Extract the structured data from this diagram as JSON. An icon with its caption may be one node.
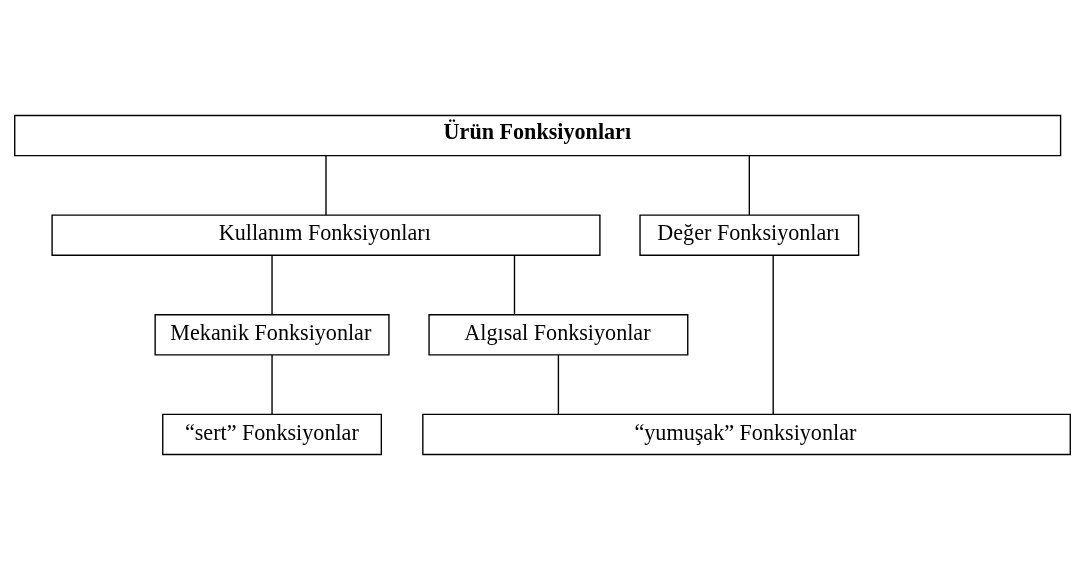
{
  "diagram": {
    "nodes": [
      {
        "text": [
          "Ürün Fonksiyonları"
        ]
      },
      {
        "text": [
          "Kullanım Fonksiyonları"
        ]
      },
      {
        "text": [
          "Değer Fonksiyonları"
        ]
      },
      {
        "text": [
          "Mekanik Fonksiyonlar"
        ]
      },
      {
        "text": [
          "Algısal Fonksiyonlar"
        ]
      },
      {
        "text": [
          "“sert” Fonksiyonlar"
        ]
      },
      {
        "text": [
          "“yumuşak” Fonksiyonlar"
        ]
      }
    ],
    "edges": [
      {
        "from": 0,
        "to": 1,
        "arrow": "none"
      },
      {
        "from": 0,
        "to": 2,
        "arrow": "none"
      },
      {
        "from": 1,
        "to": 3,
        "arrow": "none"
      },
      {
        "from": 1,
        "to": 4,
        "arrow": "none"
      },
      {
        "from": 3,
        "to": 5,
        "arrow": "none"
      },
      {
        "from": 4,
        "to": 6,
        "arrow": "none"
      },
      {
        "from": 2,
        "to": 6,
        "arrow": "none"
      }
    ]
  }
}
